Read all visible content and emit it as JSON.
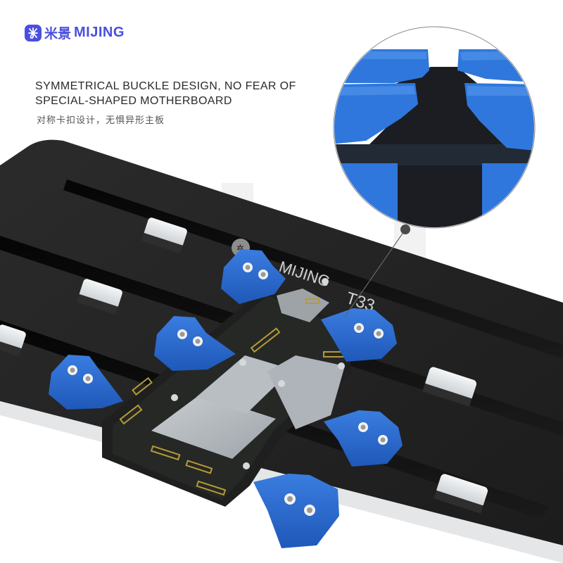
{
  "brand": {
    "logo_icon": "mijing-flower-logo-icon",
    "name_cn": "米景",
    "name_en": "MIJING",
    "color": "#4a4fe0"
  },
  "headline": {
    "line1": "SYMMETRICAL BUCKLE DESIGN, NO FEAR OF",
    "line2": "SPECIAL-SHAPED MOTHERBOARD",
    "subtitle_cn": "对称卡扣设计，无惧异形主板"
  },
  "product": {
    "plate_label_brand": "MIJING",
    "plate_label_model": "T33",
    "plate_color": "#232323",
    "clamp_color": "#2f6fd6",
    "clamp_count": 6,
    "slider_count": 5
  },
  "callout": {
    "type": "zoom-magnifier-circle",
    "subject": "buckle-detail"
  }
}
